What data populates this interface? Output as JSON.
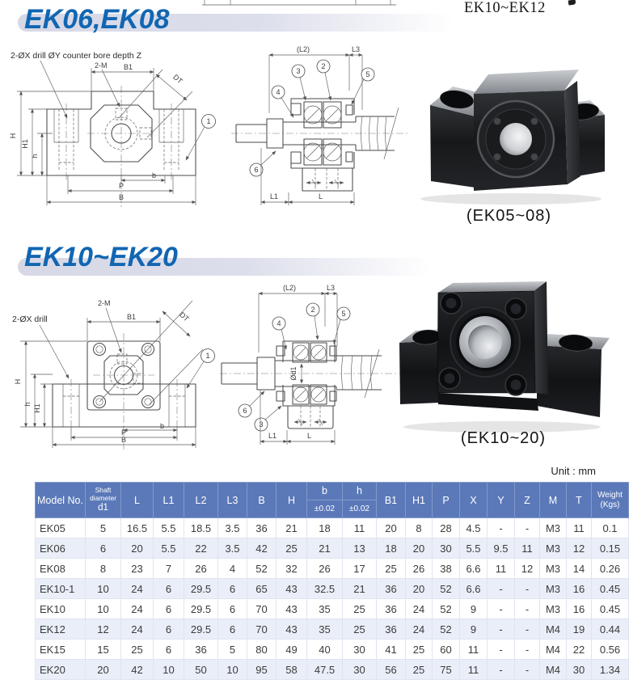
{
  "colors": {
    "title_blue": "#1166b2",
    "header_blue": "#5b79b9",
    "row_alt": "#e9eef8",
    "pill": "#d7d8e6"
  },
  "page_fragments": {
    "top_right_text": "EK10~EK12"
  },
  "sections": {
    "s1": {
      "title": "EK06,EK08",
      "photo_caption": "(EK05~08)"
    },
    "s2": {
      "title": "EK10~EK20",
      "photo_caption": "(EK10~20)"
    }
  },
  "drawings": {
    "note_counterbore": "2-ØX drill ØY counter bore depth Z",
    "note_drill": "2-ØX drill",
    "labels": {
      "two_m": "2-M",
      "b1": "B1",
      "dt": "DT",
      "h_cap": "H",
      "h1": "H1",
      "h_low": "h",
      "b_low": "b",
      "p": "P",
      "b_cap": "B",
      "l": "L",
      "l1": "L1",
      "l2": "(L2)",
      "l3": "L3",
      "d1": "Ød1"
    },
    "callouts": {
      "c1": "1",
      "c2": "2",
      "c3": "3",
      "c4": "4",
      "c5": "5",
      "c6": "6"
    }
  },
  "table": {
    "unit_label": "Unit : mm",
    "headers": [
      {
        "label": "Model No.",
        "w": 62
      },
      {
        "lines": [
          "Shaft",
          "diameter",
          "d1"
        ],
        "w": 44
      },
      {
        "label": "L",
        "w": 40
      },
      {
        "label": "L1",
        "w": 38
      },
      {
        "label": "L2",
        "w": 42
      },
      {
        "label": "L3",
        "w": 36
      },
      {
        "label": "B",
        "w": 36
      },
      {
        "label": "H",
        "w": 38
      },
      {
        "label": "b",
        "tol": "±0.02",
        "w": 44
      },
      {
        "label": "h",
        "tol": "±0.02",
        "w": 42
      },
      {
        "label": "B1",
        "w": 36
      },
      {
        "label": "H1",
        "w": 33
      },
      {
        "label": "P",
        "w": 34
      },
      {
        "label": "X",
        "w": 34
      },
      {
        "label": "Y",
        "w": 34
      },
      {
        "label": "Z",
        "w": 31
      },
      {
        "label": "M",
        "w": 33
      },
      {
        "label": "T",
        "w": 31
      },
      {
        "lines": [
          "Weight",
          "(Kgs)"
        ],
        "w": 46
      }
    ],
    "rows": [
      {
        "model": "EK05",
        "values": [
          "5",
          "16.5",
          "5.5",
          "18.5",
          "3.5",
          "36",
          "21",
          "18",
          "11",
          "20",
          "8",
          "28",
          "4.5",
          "-",
          "-",
          "M3",
          "11",
          "0.1"
        ]
      },
      {
        "model": "EK06",
        "values": [
          "6",
          "20",
          "5.5",
          "22",
          "3.5",
          "42",
          "25",
          "21",
          "13",
          "18",
          "20",
          "30",
          "5.5",
          "9.5",
          "11",
          "M3",
          "12",
          "0.15"
        ]
      },
      {
        "model": "EK08",
        "values": [
          "8",
          "23",
          "7",
          "26",
          "4",
          "52",
          "32",
          "26",
          "17",
          "25",
          "26",
          "38",
          "6.6",
          "11",
          "12",
          "M3",
          "14",
          "0.26"
        ]
      },
      {
        "model": "EK10-1",
        "values": [
          "10",
          "24",
          "6",
          "29.5",
          "6",
          "65",
          "43",
          "32.5",
          "21",
          "36",
          "20",
          "52",
          "6.6",
          "-",
          "-",
          "M3",
          "16",
          "0.45"
        ]
      },
      {
        "model": "EK10",
        "values": [
          "10",
          "24",
          "6",
          "29.5",
          "6",
          "70",
          "43",
          "35",
          "25",
          "36",
          "24",
          "52",
          "9",
          "-",
          "-",
          "M3",
          "16",
          "0.45"
        ]
      },
      {
        "model": "EK12",
        "values": [
          "12",
          "24",
          "6",
          "29.5",
          "6",
          "70",
          "43",
          "35",
          "25",
          "36",
          "24",
          "52",
          "9",
          "-",
          "-",
          "M4",
          "19",
          "0.44"
        ]
      },
      {
        "model": "EK15",
        "values": [
          "15",
          "25",
          "6",
          "36",
          "5",
          "80",
          "49",
          "40",
          "30",
          "41",
          "25",
          "60",
          "11",
          "-",
          "-",
          "M4",
          "22",
          "0.56"
        ]
      },
      {
        "model": "EK20",
        "values": [
          "20",
          "42",
          "10",
          "50",
          "10",
          "95",
          "58",
          "47.5",
          "30",
          "56",
          "25",
          "75",
          "11",
          "-",
          "-",
          "M4",
          "30",
          "1.34"
        ]
      }
    ]
  }
}
